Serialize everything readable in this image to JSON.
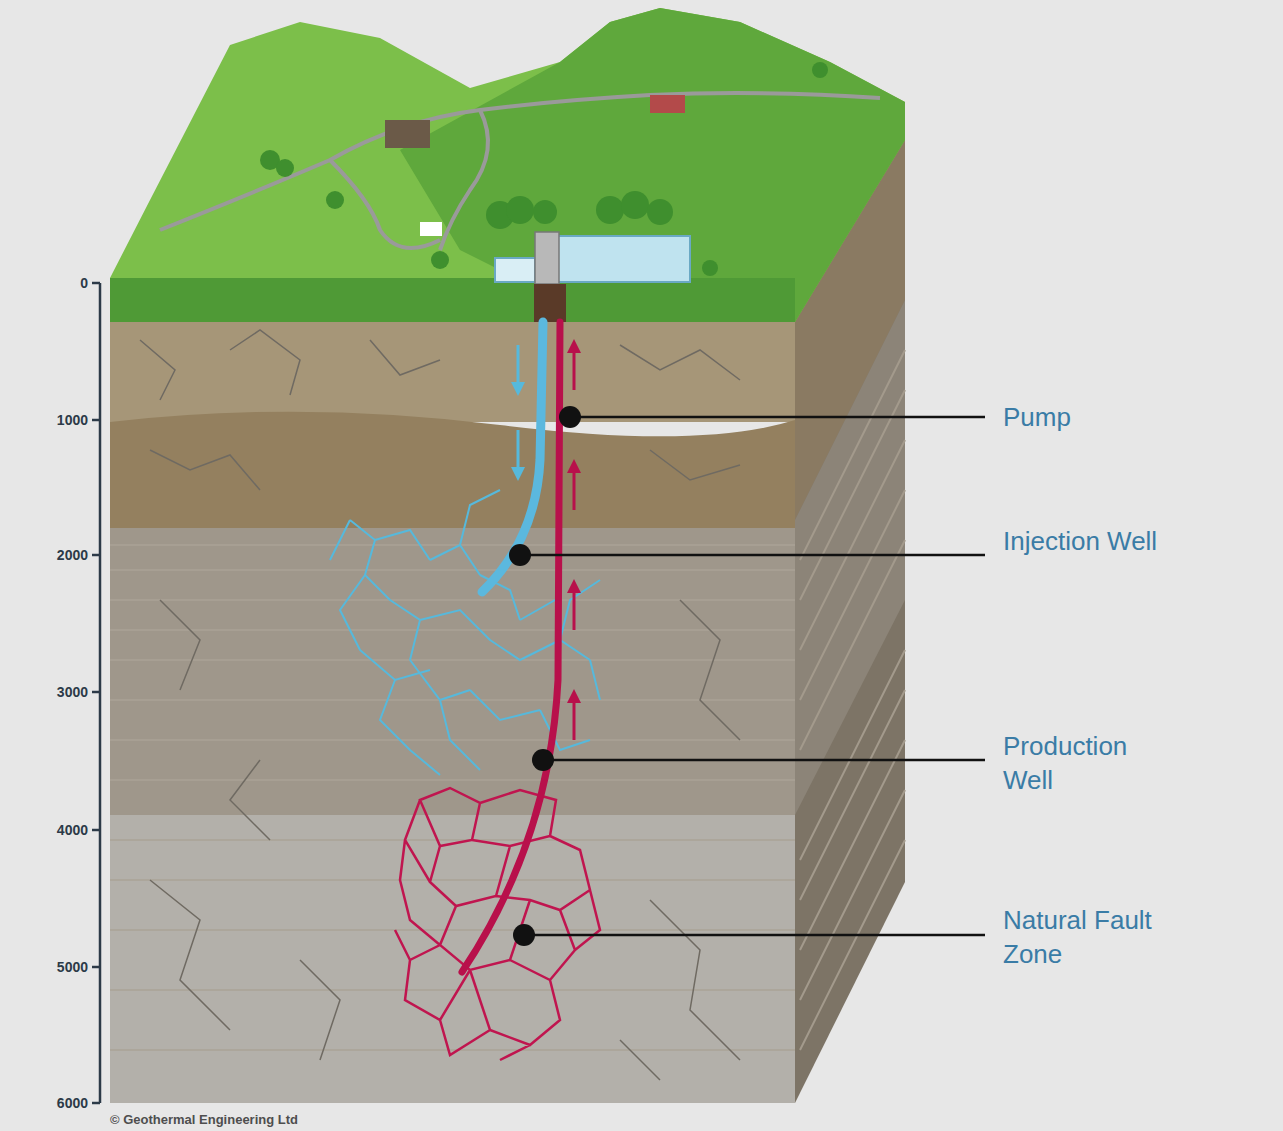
{
  "diagram": {
    "labels": [
      "0",
      "1000",
      "2000",
      "3000",
      "4000",
      "5000",
      "6000",
      "Pump",
      "Injection Well",
      "Production Well",
      "Natural Fault Zone",
      "© Geothermal Engineering Ltd"
    ]
  }
}
